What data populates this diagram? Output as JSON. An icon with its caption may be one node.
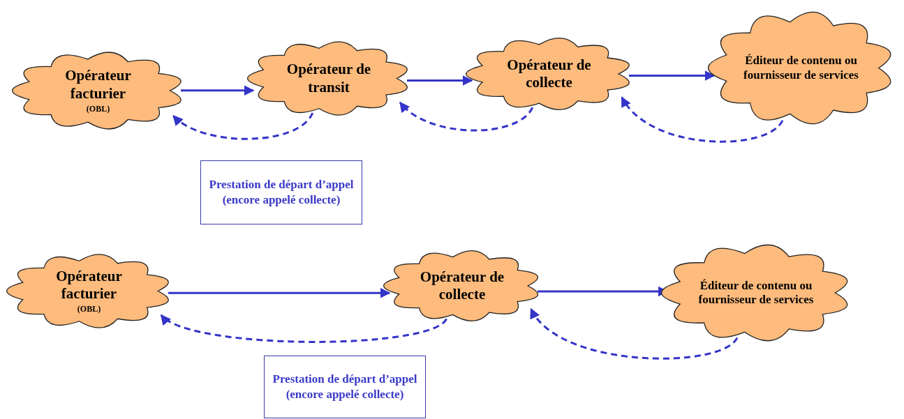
{
  "diagram": {
    "nodes": [
      {
        "text": [
          "Opérateur facturier",
          "(OBL)"
        ]
      },
      {
        "text": [
          "Opérateur de transit"
        ]
      },
      {
        "text": [
          "Opérateur de collecte"
        ]
      },
      {
        "text": [
          "Éditeur de contenu ou fournisseur de services"
        ]
      },
      {
        "text": [
          "Prestation de départ d’appel (encore appelé collecte)"
        ]
      },
      {
        "text": [
          "Opérateur facturier",
          "(OBL)"
        ]
      },
      {
        "text": [
          "Opérateur de collecte"
        ]
      },
      {
        "text": [
          "Éditeur de contenu ou fournisseur de services"
        ]
      },
      {
        "text": [
          "Prestation de départ d’appel (encore appelé collecte)"
        ]
      }
    ],
    "edges": [
      {
        "from": 0,
        "to": 1,
        "arrow": "to"
      },
      {
        "from": 1,
        "to": 2,
        "arrow": "to"
      },
      {
        "from": 2,
        "to": 3,
        "arrow": "to"
      },
      {
        "from": 1,
        "to": 0,
        "arrow": "to",
        "style": "dashed"
      },
      {
        "from": 2,
        "to": 1,
        "arrow": "to",
        "style": "dashed"
      },
      {
        "from": 3,
        "to": 2,
        "arrow": "to",
        "style": "dashed"
      },
      {
        "from": 5,
        "to": 6,
        "arrow": "to"
      },
      {
        "from": 6,
        "to": 7,
        "arrow": "to"
      },
      {
        "from": 6,
        "to": 5,
        "arrow": "to",
        "style": "dashed"
      },
      {
        "from": 7,
        "to": 6,
        "arrow": "to",
        "style": "dashed"
      }
    ]
  }
}
